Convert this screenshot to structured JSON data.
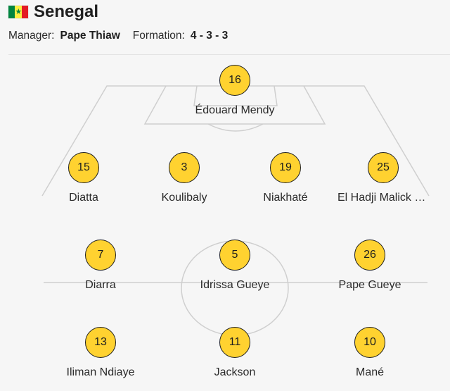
{
  "team": {
    "name": "Senegal",
    "flag_icon": "senegal-flag-icon",
    "flag_colors": [
      "#00853f",
      "#fdef42",
      "#e31b23"
    ],
    "flag_star_color": "#00853f"
  },
  "meta": {
    "manager_label": "Manager:",
    "manager": "Pape Thiaw",
    "formation_label": "Formation:",
    "formation": "4 - 3 - 3"
  },
  "colors": {
    "player_circle": "#ffd230",
    "pitch_lines": "#cfcfcf",
    "background": "#f6f6f6"
  },
  "players": [
    {
      "number": "16",
      "name": "Édouard Mendy",
      "position": "goalkeeper"
    },
    {
      "number": "15",
      "name": "Diatta",
      "position": "defender"
    },
    {
      "number": "3",
      "name": "Koulibaly",
      "position": "defender"
    },
    {
      "number": "19",
      "name": "Niakhaté",
      "position": "defender"
    },
    {
      "number": "25",
      "name": "El Hadji Malick Diouf",
      "position": "defender"
    },
    {
      "number": "7",
      "name": "Diarra",
      "position": "midfielder"
    },
    {
      "number": "5",
      "name": "Idrissa Gueye",
      "position": "midfielder"
    },
    {
      "number": "26",
      "name": "Pape Gueye",
      "position": "midfielder"
    },
    {
      "number": "13",
      "name": "Iliman Ndiaye",
      "position": "forward"
    },
    {
      "number": "11",
      "name": "Jackson",
      "position": "forward"
    },
    {
      "number": "10",
      "name": "Mané",
      "position": "forward"
    }
  ]
}
